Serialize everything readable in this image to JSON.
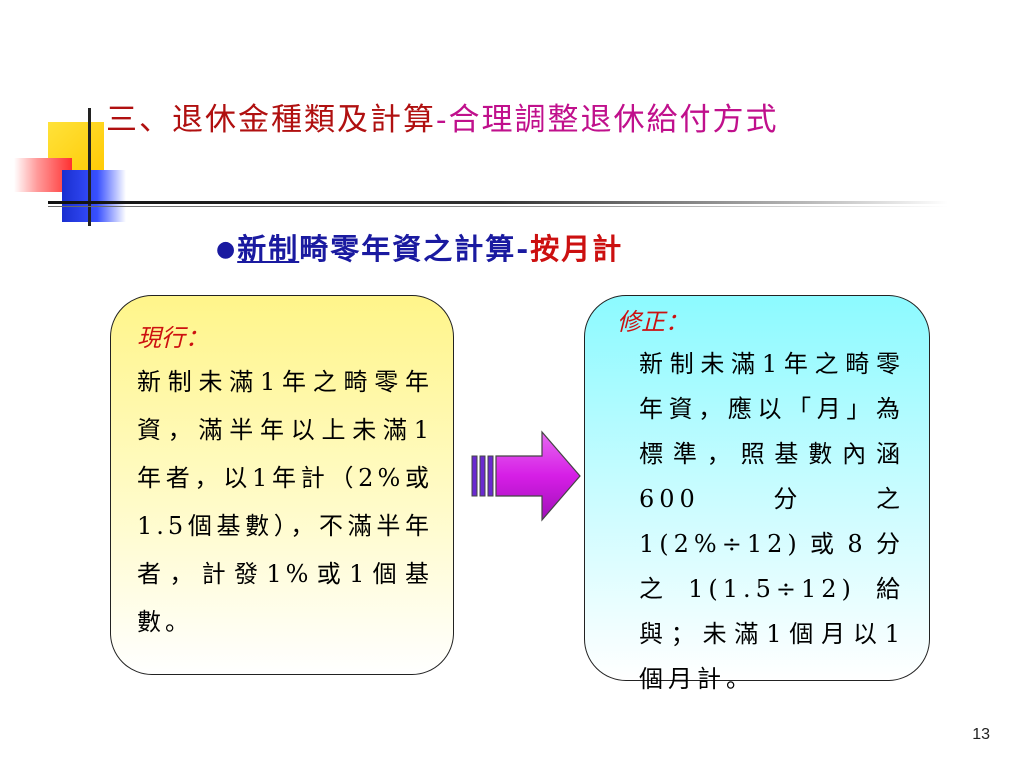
{
  "title": {
    "part1": "三、退休金種類及計算",
    "part2": "-合理調整退休給付方式"
  },
  "subtitle": {
    "bullet": "●",
    "underlined": "新制",
    "middle": "畸零年資之計算-",
    "emphasis": "按月計"
  },
  "left_box": {
    "label": "現行：",
    "text": "新制未滿1年之畸零年資，滿半年以上未滿1年者，以1年計（2%或1.5個基數），不滿半年者，計發1%或1個基數。"
  },
  "right_box": {
    "label": "修正：",
    "text": "新制未滿1年之畸零年資，應以「月」為標準，照基數內涵600分之1(2%÷12)或8分之1(1.5÷12)給與；未滿1個月以1個月計。"
  },
  "page_number": "13",
  "colors": {
    "title_part1": "#b01010",
    "title_part2": "#c0108c",
    "subtitle": "#1a1aa0",
    "arrow": "#d61ee6"
  }
}
